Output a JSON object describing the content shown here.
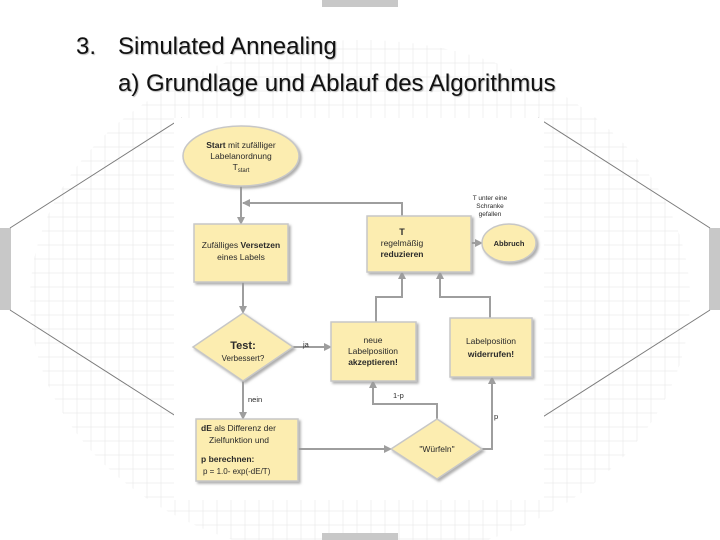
{
  "slide": {
    "number": "3.",
    "title": "Simulated Annealing",
    "subtitle": "a) Grundlage und Ablauf des Algorithmus"
  },
  "diagram": {
    "start": {
      "bold": "Start",
      "rest": " mit zufälliger",
      "line2": "Labelanordnung",
      "line3": "T",
      "sub": "start"
    },
    "versetzen": {
      "line1_a": "Zufälliges ",
      "line1_b": "Versetzen",
      "line2": "eines Labels"
    },
    "test": {
      "line1": "Test:",
      "line2": "Verbessert?"
    },
    "akzeptieren": {
      "line1": "neue",
      "line2": "Labelposition",
      "line3": "akzeptieren!"
    },
    "reduzieren": {
      "line1": "T",
      "line2": "regelmäßig",
      "line3": "reduzieren"
    },
    "abbruch": {
      "label": "Abbruch"
    },
    "widerrufen": {
      "line1": "Labelposition",
      "line2": "widerrufen!"
    },
    "de": {
      "line1_a": "dE",
      "line1_b": " als Differenz der",
      "line2": "Zielfunktion und",
      "line3_a": "p",
      "line3_b": " berechnen:",
      "line4": "p = 1.0- exp(-dE/T)"
    },
    "wuerfeln": {
      "label": "\"Würfeln\""
    },
    "edge_labels": {
      "ja": "ja",
      "nein": "nein",
      "one_minus_p": "1-p",
      "p": "p",
      "schranke_1": "T unter eine",
      "schranke_2": "Schranke",
      "schranke_3": "gefallen"
    }
  },
  "colors": {
    "node_fill": "#fcedb0",
    "node_stroke": "#c7c7c7",
    "accent_gray": "#9e9e9e"
  }
}
